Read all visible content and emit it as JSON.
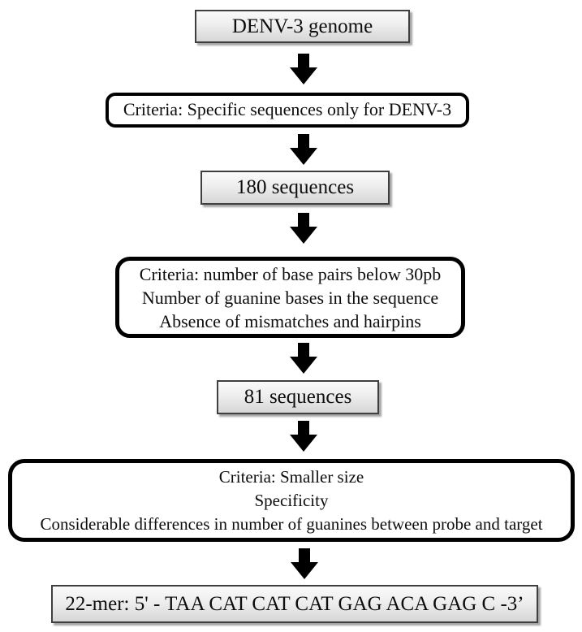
{
  "colors": {
    "background": "#ffffff",
    "gray_box_fill_top": "#fafafa",
    "gray_box_fill_bottom": "#d6d6d6",
    "gray_box_border": "#3f3f3f",
    "criteria_box_border": "#000000",
    "arrow": "#000000",
    "text": "#0d0d0d"
  },
  "flowchart": {
    "nodes": [
      {
        "id": "denv3-genome",
        "kind": "process",
        "label": "DENV-3 genome"
      },
      {
        "id": "criteria-specific-sequences",
        "kind": "criteria",
        "lines": [
          "Criteria: Specific sequences only for DENV-3"
        ]
      },
      {
        "id": "sequences-180",
        "kind": "process",
        "label": "180 sequences"
      },
      {
        "id": "criteria-structure",
        "kind": "criteria",
        "lines": [
          "Criteria: number of base pairs below 30pb",
          "Number of guanine bases in the sequence",
          "Absence of mismatches and hairpins"
        ]
      },
      {
        "id": "sequences-81",
        "kind": "process",
        "label": "81 sequences"
      },
      {
        "id": "criteria-final-selection",
        "kind": "criteria",
        "lines": [
          "Criteria: Smaller size",
          "Specificity",
          "Considerable differences in number of guanines between probe and target"
        ]
      },
      {
        "id": "final-probe",
        "kind": "process",
        "label": "22-mer: 5' - TAA CAT CAT CAT GAG ACA GAG C -3’"
      }
    ]
  }
}
